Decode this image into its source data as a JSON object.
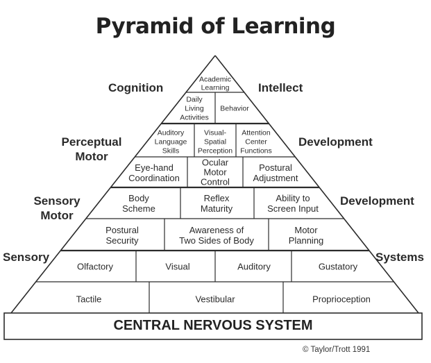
{
  "title": "Pyramid of Learning",
  "side_labels": {
    "cognition": "Cognition",
    "intellect": "Intellect",
    "perceptual_motor": [
      "Perceptual",
      "Motor"
    ],
    "development_1": "Development",
    "sensory_motor": [
      "Sensory",
      "Motor"
    ],
    "development_2": "Development",
    "sensory": "Sensory",
    "systems": "Systems"
  },
  "levels": {
    "intellect": {
      "top": [
        "Academic",
        "Learning"
      ],
      "row2": [
        [
          "Daily",
          "Living",
          "Activities"
        ],
        [
          "Behavior"
        ]
      ]
    },
    "perceptual_motor": {
      "row1": [
        [
          "Auditory",
          "Language",
          "Skills"
        ],
        [
          "Visual-",
          "Spatial",
          "Perception"
        ],
        [
          "Attention",
          "Center",
          "Functions"
        ]
      ],
      "row2": [
        [
          "Eye-hand",
          "Coordination"
        ],
        [
          "Ocular",
          "Motor",
          "Control"
        ],
        [
          "Postural",
          "Adjustment"
        ]
      ]
    },
    "sensory_motor": {
      "row1": [
        [
          "Body",
          "Scheme"
        ],
        [
          "Reflex",
          "Maturity"
        ],
        [
          "Ability to",
          "Screen Input"
        ]
      ],
      "row2": [
        [
          "Postural",
          "Security"
        ],
        [
          "Awareness of",
          "Two Sides of Body"
        ],
        [
          "Motor",
          "Planning"
        ]
      ]
    },
    "sensory_systems": {
      "row1": [
        [
          "Olfactory"
        ],
        [
          "Visual"
        ],
        [
          "Auditory"
        ],
        [
          "Gustatory"
        ]
      ],
      "row2": [
        [
          "Tactile"
        ],
        [
          "Vestibular"
        ],
        [
          "Proprioception"
        ]
      ]
    }
  },
  "base": "CENTRAL NERVOUS SYSTEM",
  "copyright": "© Taylor/Trott 1991",
  "colors": {
    "line": "#2b2b2b",
    "text": "#2a2a2a"
  }
}
